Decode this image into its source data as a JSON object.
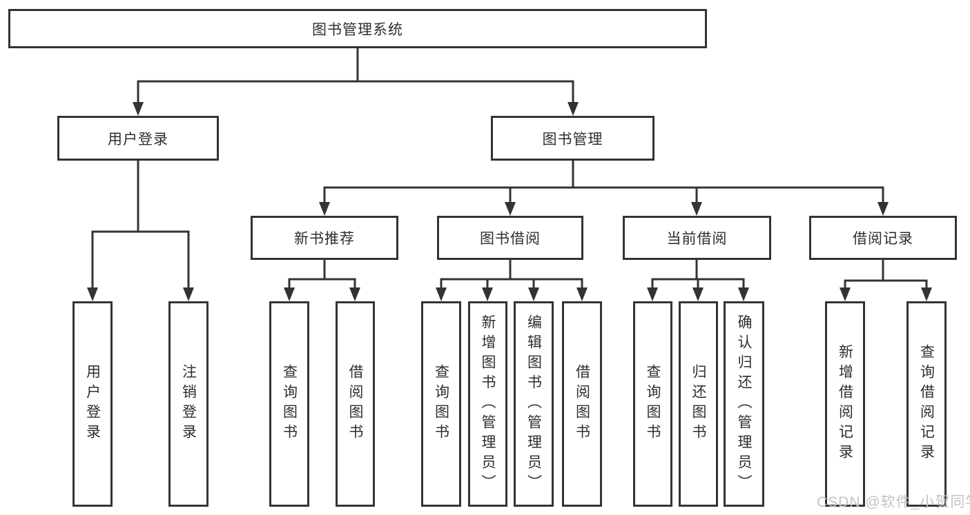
{
  "tree": {
    "root": "图书管理系统",
    "branches": [
      {
        "label": "用户登录",
        "children": [
          "用户登录",
          "注销登录"
        ]
      },
      {
        "label": "图书管理",
        "children": [
          {
            "label": "新书推荐",
            "children": [
              "查询图书",
              "借阅图书"
            ]
          },
          {
            "label": "图书借阅",
            "children": [
              "查询图书",
              "新增图书（管理员）",
              "编辑图书（管理员）",
              "借阅图书"
            ]
          },
          {
            "label": "当前借阅",
            "children": [
              "查询图书",
              "归还图书",
              "确认归还（管理员）"
            ]
          },
          {
            "label": "借阅记录",
            "children": [
              "新增借阅记录",
              "查询借阅记录"
            ]
          }
        ]
      }
    ]
  },
  "watermark": {
    "text": "CSDN @软件_小贺同学"
  },
  "colors": {
    "line": "#333333",
    "border": "#333333",
    "text": "#2e2e2e",
    "watermark": "#c3c3c3",
    "background": "#ffffff"
  }
}
